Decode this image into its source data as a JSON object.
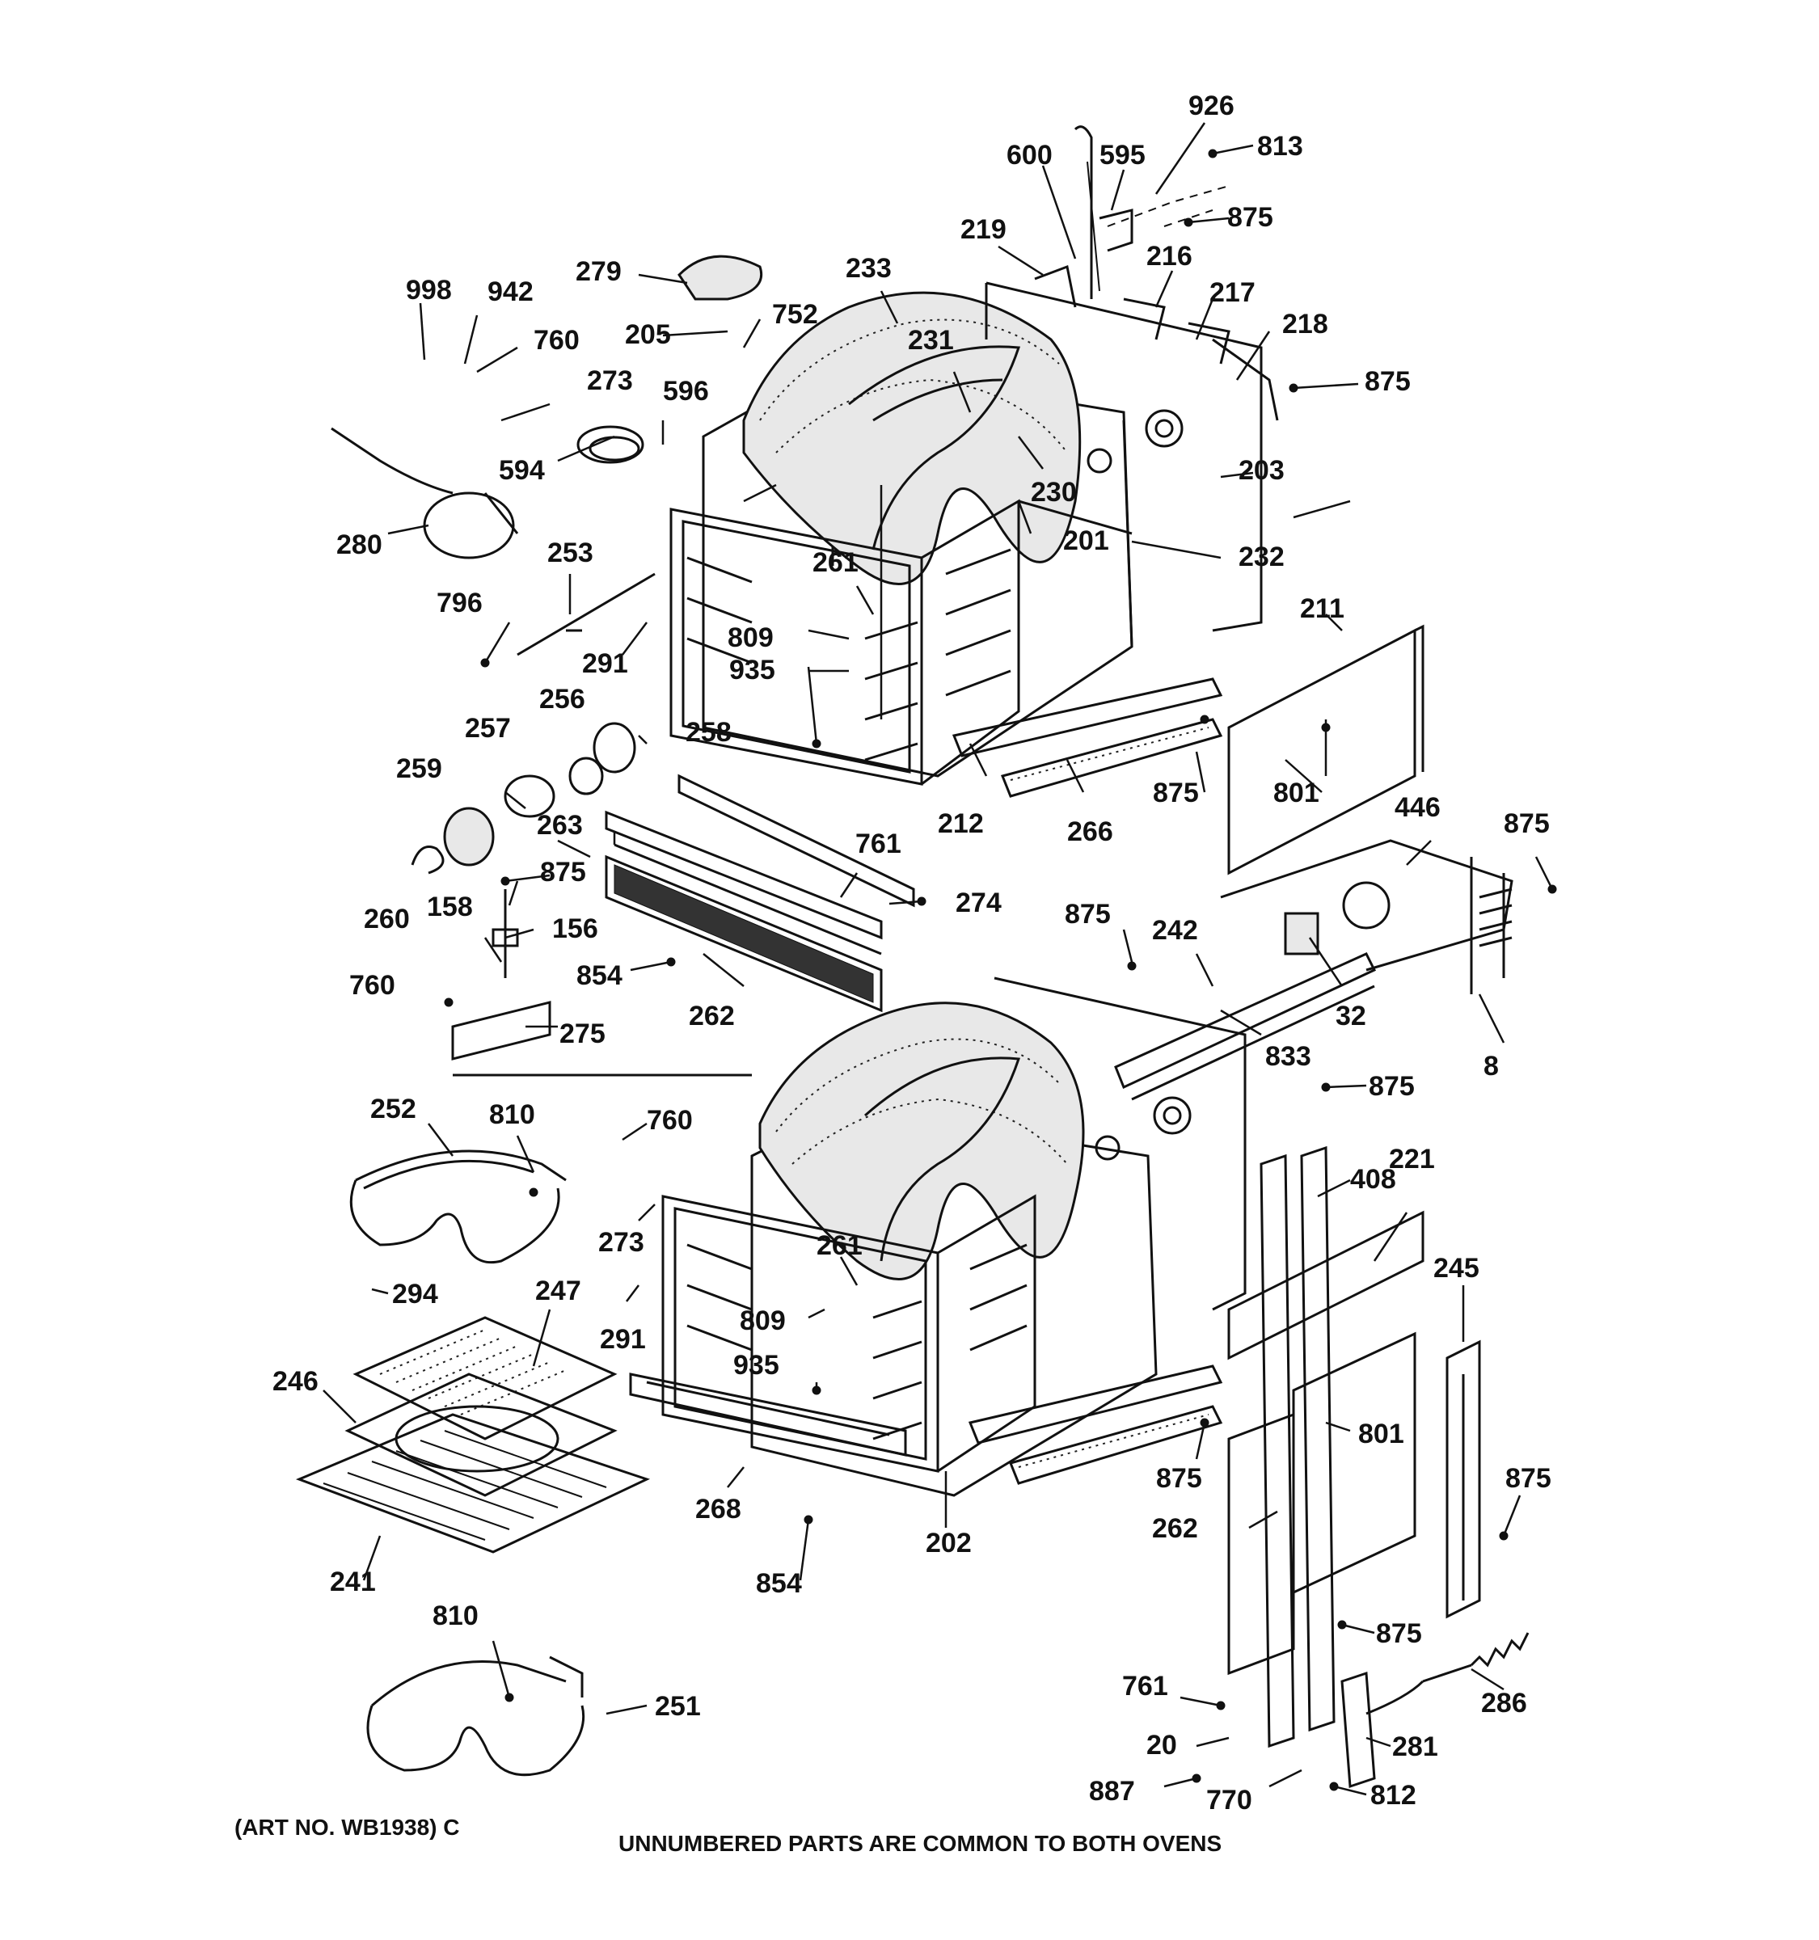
{
  "footer": {
    "art_no": "(ART NO. WB1938) C",
    "note": "UNNUMBERED PARTS ARE COMMON TO BOTH OVENS"
  },
  "labels": {
    "l926": "926",
    "l600": "600",
    "l595": "595",
    "l813": "813",
    "l875a": "875",
    "l219": "219",
    "l216": "216",
    "l217": "217",
    "l218": "218",
    "l875b": "875",
    "l279": "279",
    "l233": "233",
    "l998": "998",
    "l942": "942",
    "l760a": "760",
    "l205": "205",
    "l752": "752",
    "l231": "231",
    "l273a": "273",
    "l596": "596",
    "l594": "594",
    "l230": "230",
    "l203": "203",
    "l280": "280",
    "l201": "201",
    "l232": "232",
    "l253": "253",
    "l261a": "261",
    "l796": "796",
    "l291a": "291",
    "l809a": "809",
    "l935a": "935",
    "l211": "211",
    "l256": "256",
    "l257": "257",
    "l258": "258",
    "l259": "259",
    "l875c": "875",
    "l801a": "801",
    "l263": "263",
    "l212": "212",
    "l266": "266",
    "l446": "446",
    "l875d": "875",
    "l761a": "761",
    "l260": "260",
    "l158": "158",
    "l875e": "875",
    "l156": "156",
    "l274": "274",
    "l875f": "875",
    "l242": "242",
    "l854a": "854",
    "l760b": "760",
    "l262a": "262",
    "l275": "275",
    "l32": "32",
    "l833": "833",
    "l8": "8",
    "l875g": "875",
    "l252": "252",
    "l810a": "810",
    "l760c": "760",
    "l221": "221",
    "l408": "408",
    "l273b": "273",
    "l261b": "261",
    "l245": "245",
    "l294": "294",
    "l247": "247",
    "l291b": "291",
    "l809b": "809",
    "l246": "246",
    "l935b": "935",
    "l801b": "801",
    "l875h": "875",
    "l875i": "875",
    "l268": "268",
    "l202": "202",
    "l262b": "262",
    "l241": "241",
    "l854b": "854",
    "l875j": "875",
    "l810b": "810",
    "l761b": "761",
    "l286": "286",
    "l251": "251",
    "l20": "20",
    "l281": "281",
    "l887": "887",
    "l770": "770",
    "l812": "812"
  }
}
